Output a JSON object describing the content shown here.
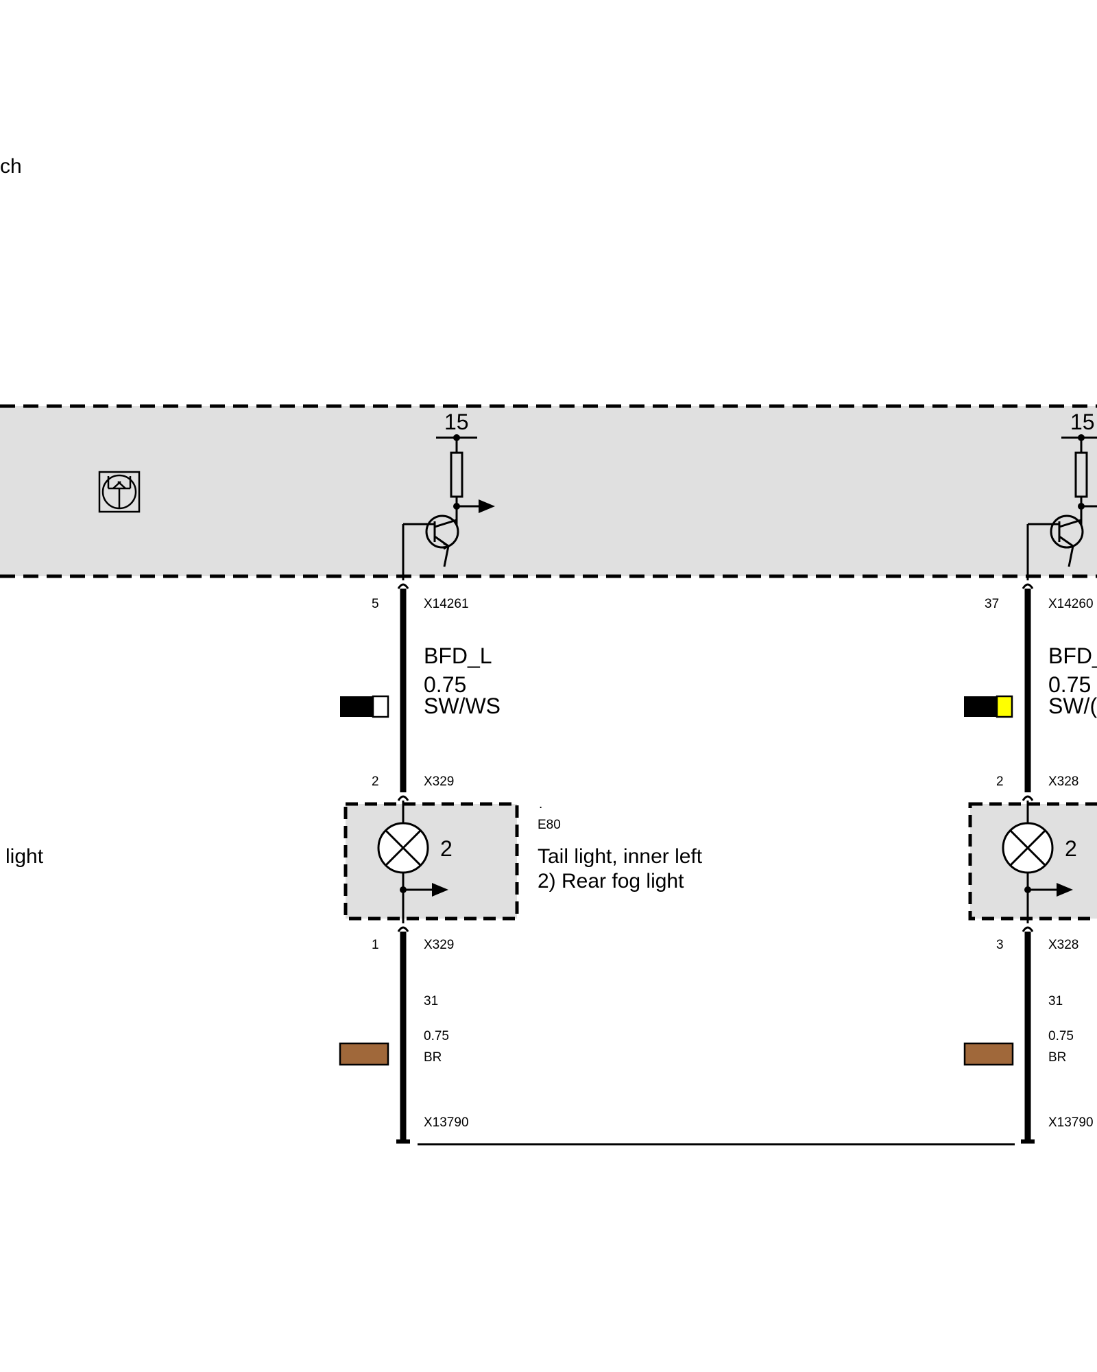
{
  "left_labels": {
    "top_fragment": "ch",
    "mid_fragment": "light"
  },
  "control_unit": {
    "supply_left": "15",
    "supply_right": "15",
    "fill_color": "#e0e0e0"
  },
  "circuit_left": {
    "pin_top": "5",
    "connector_top": "X14261",
    "signal_name": "BFD_L",
    "wire_size": "0.75",
    "wire_color_code": "SW/WS",
    "wire_colors": [
      "#000000",
      "#ffffff"
    ],
    "pin_lamp_in": "2",
    "connector_lamp_in": "X329",
    "component_code_dot": ".",
    "component_code": "E80",
    "component_name": "Tail light, inner left",
    "component_note": "2) Rear fog light",
    "lamp_number": "2",
    "pin_lamp_out": "1",
    "connector_lamp_out": "X329",
    "ground_terminal": "31",
    "ground_wire_size": "0.75",
    "ground_wire_color_code": "BR",
    "ground_wire_color": "#a0683a",
    "ground_connector": "X13790"
  },
  "circuit_right": {
    "pin_top": "37",
    "connector_top": "X14260",
    "signal_name": "BFD_",
    "wire_size": "0.75",
    "wire_color_code": "SW/(",
    "wire_colors": [
      "#000000",
      "#ffff00"
    ],
    "pin_lamp_in": "2",
    "connector_lamp_in": "X328",
    "lamp_number": "2",
    "pin_lamp_out": "3",
    "connector_lamp_out": "X328",
    "ground_terminal": "31",
    "ground_wire_size": "0.75",
    "ground_wire_color_code": "BR",
    "ground_wire_color": "#a0683a",
    "ground_connector": "X13790"
  }
}
